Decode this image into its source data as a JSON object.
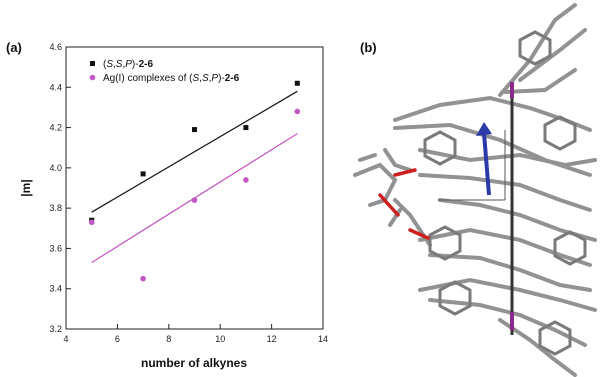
{
  "panels": {
    "a": "(a)",
    "b": "(b)"
  },
  "chart_data": {
    "type": "scatter",
    "xlabel": "number of alkynes",
    "ylabel": "|m|",
    "xlim": [
      4,
      14
    ],
    "ylim": [
      3.2,
      4.6
    ],
    "xticks": [
      4,
      6,
      8,
      10,
      12,
      14
    ],
    "yticks": [
      3.2,
      3.4,
      3.6,
      3.8,
      4.0,
      4.2,
      4.4,
      4.6
    ],
    "grid": false,
    "legend_position": "top-left",
    "series": [
      {
        "name_parts": [
          "(",
          "S",
          ",",
          "S",
          ",",
          "P",
          ")-",
          "2-6"
        ],
        "marker": "square",
        "color": "#111111",
        "x": [
          5,
          7,
          9,
          11,
          13
        ],
        "y": [
          3.74,
          3.97,
          4.19,
          4.2,
          4.42
        ],
        "fit": {
          "x": [
            5,
            13
          ],
          "y": [
            3.78,
            4.38
          ]
        }
      },
      {
        "name_parts": [
          "Ag(I) complexes of (",
          "S",
          ",",
          "S",
          ",",
          "P",
          ")-",
          "2-6"
        ],
        "marker": "circle",
        "color": "#c257c4",
        "x": [
          5,
          7,
          9,
          11,
          13
        ],
        "y": [
          3.73,
          3.45,
          3.84,
          3.94,
          4.28
        ],
        "fit": {
          "x": [
            5,
            13
          ],
          "y": [
            3.53,
            4.17
          ]
        }
      }
    ]
  },
  "colors": {
    "vector_arrow": "#2a3aa8",
    "oxygen": "#cc2020",
    "axis_rod": "#8a2a8a"
  }
}
